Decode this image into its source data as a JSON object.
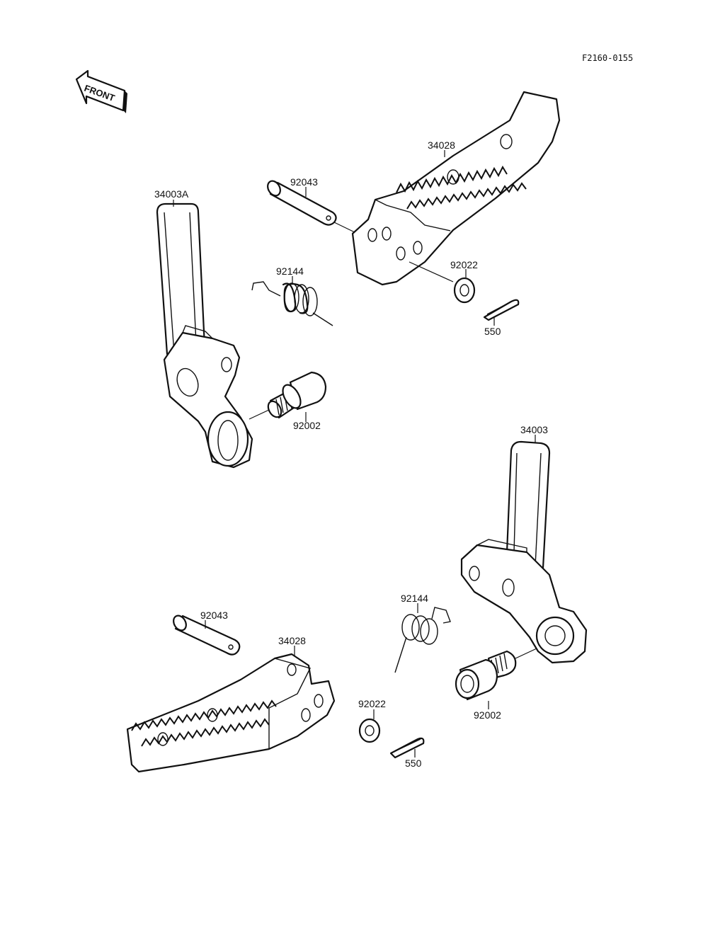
{
  "diagram": {
    "code": "F2160-0155",
    "front_label": "FRONT",
    "labels": {
      "p34003A": "34003A",
      "p92043_top": "92043",
      "p34028_top": "34028",
      "p92144_top": "92144",
      "p92022_top": "92022",
      "p550_top": "550",
      "p92002_top": "92002",
      "p34003": "34003",
      "p92043_bot": "92043",
      "p34028_bot": "34028",
      "p92144_bot": "92144",
      "p92022_bot": "92022",
      "p550_bot": "550",
      "p92002_bot": "92002"
    }
  }
}
